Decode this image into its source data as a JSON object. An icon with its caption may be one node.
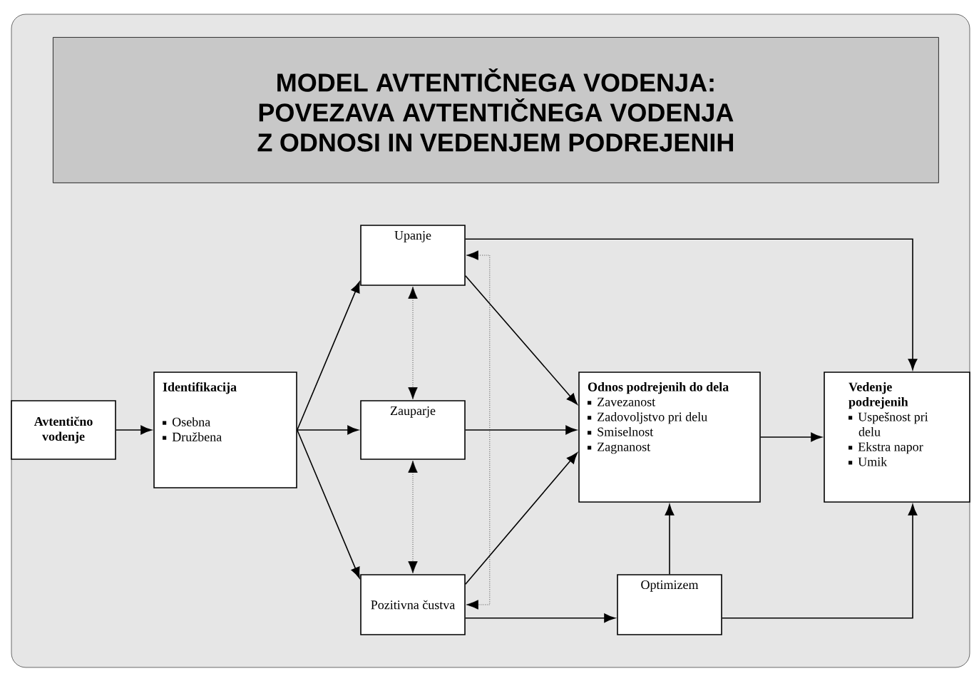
{
  "diagram": {
    "title": "MODEL AVTENTIČNEGA VODENJA: POVEZAVA AVTENTIČNEGA VODENJA Z ODNOSI IN VEDENJEM PODREJENIH",
    "nodes": [
      {
        "text": [
          "Avtentično vodenje"
        ]
      },
      {
        "text": [
          "Identifikacija",
          "Osebna",
          "Družbena"
        ]
      },
      {
        "text": [
          "Upanje"
        ]
      },
      {
        "text": [
          "Zauparje"
        ]
      },
      {
        "text": [
          "Pozitivna čustva"
        ]
      },
      {
        "text": [
          "Odnos podrejenih do dela",
          "Zavezanost",
          "Zadovoljstvo pri delu",
          "Smiselnost",
          "Zagnanost"
        ]
      },
      {
        "text": [
          "Vedenje podrejenih",
          "Uspešnost pri delu",
          "Ekstra napor",
          "Umik"
        ]
      },
      {
        "text": [
          "Optimizem"
        ]
      }
    ],
    "edges": [
      {
        "from": 0,
        "to": 1,
        "arrow": "to"
      },
      {
        "from": 1,
        "to": 2,
        "arrow": "to"
      },
      {
        "from": 1,
        "to": 3,
        "arrow": "to"
      },
      {
        "from": 1,
        "to": 4,
        "arrow": "to"
      },
      {
        "from": 2,
        "to": 3,
        "arrow": "both",
        "style": "dashed"
      },
      {
        "from": 3,
        "to": 4,
        "arrow": "both",
        "style": "dashed"
      },
      {
        "from": 2,
        "to": 4,
        "arrow": "both",
        "style": "dashed"
      },
      {
        "from": 2,
        "to": 5,
        "arrow": "to"
      },
      {
        "from": 3,
        "to": 5,
        "arrow": "to"
      },
      {
        "from": 4,
        "to": 5,
        "arrow": "to"
      },
      {
        "from": 2,
        "to": 6,
        "arrow": "to"
      },
      {
        "from": 5,
        "to": 6,
        "arrow": "to"
      },
      {
        "from": 4,
        "to": 7,
        "arrow": "to"
      },
      {
        "from": 7,
        "to": 5,
        "arrow": "to"
      },
      {
        "from": 7,
        "to": 6,
        "arrow": "to"
      }
    ]
  }
}
